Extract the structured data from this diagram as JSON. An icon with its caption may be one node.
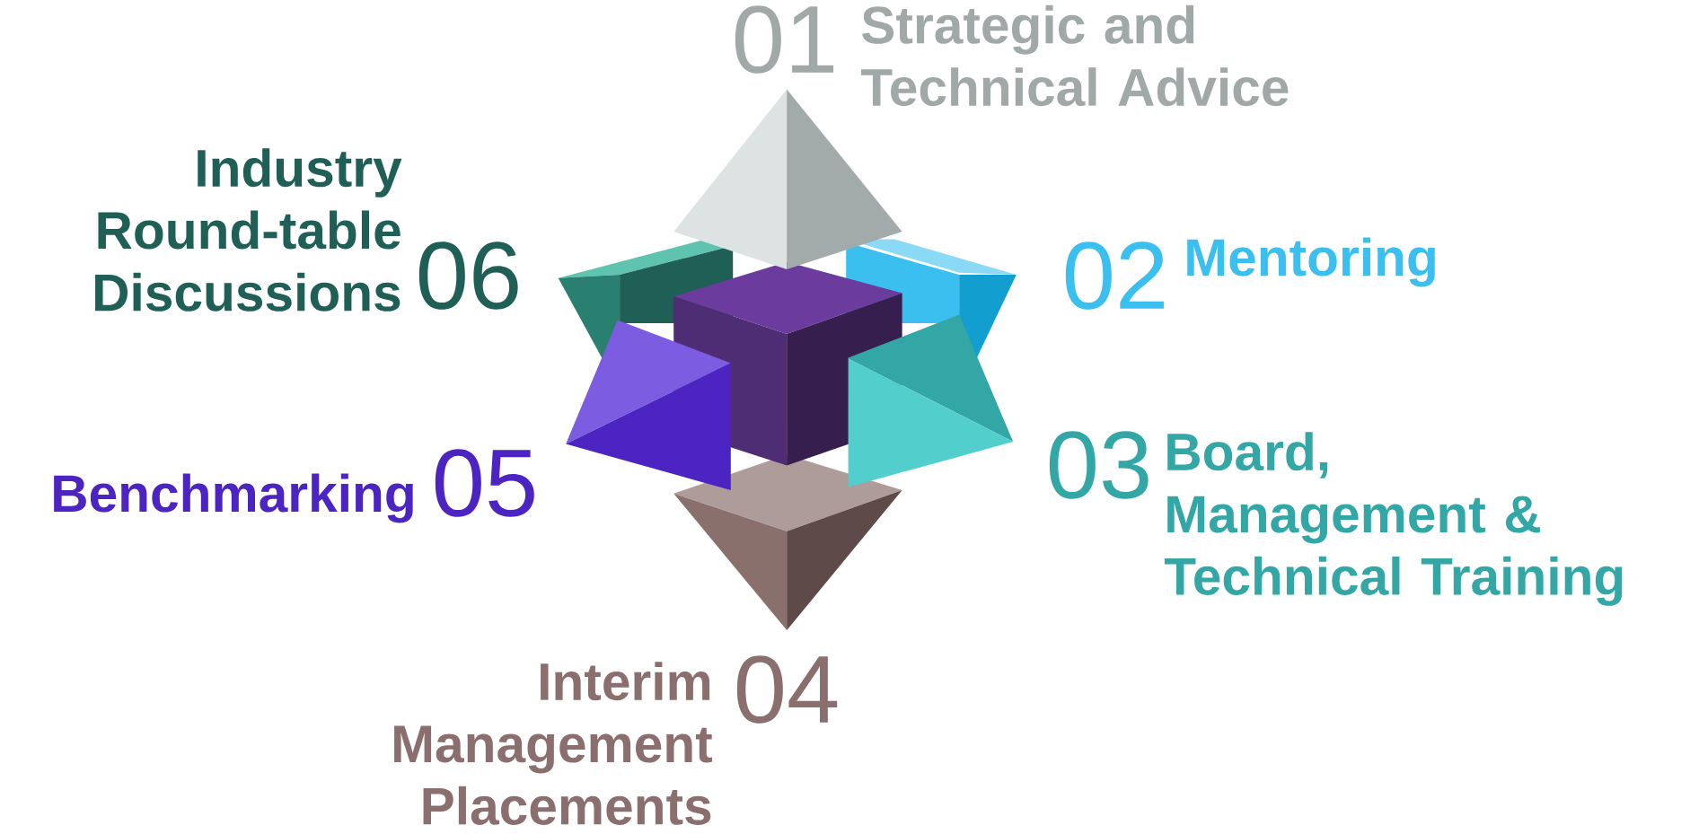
{
  "diagram": {
    "labels": [
      "01",
      "Strategic and Technical Advice",
      "Industry Round-table Discussions",
      "06",
      "02",
      "Mentoring",
      "Benchmarking",
      "05",
      "03",
      "Board, Management & Technical Training",
      "Interim Management Placements",
      "04"
    ]
  }
}
